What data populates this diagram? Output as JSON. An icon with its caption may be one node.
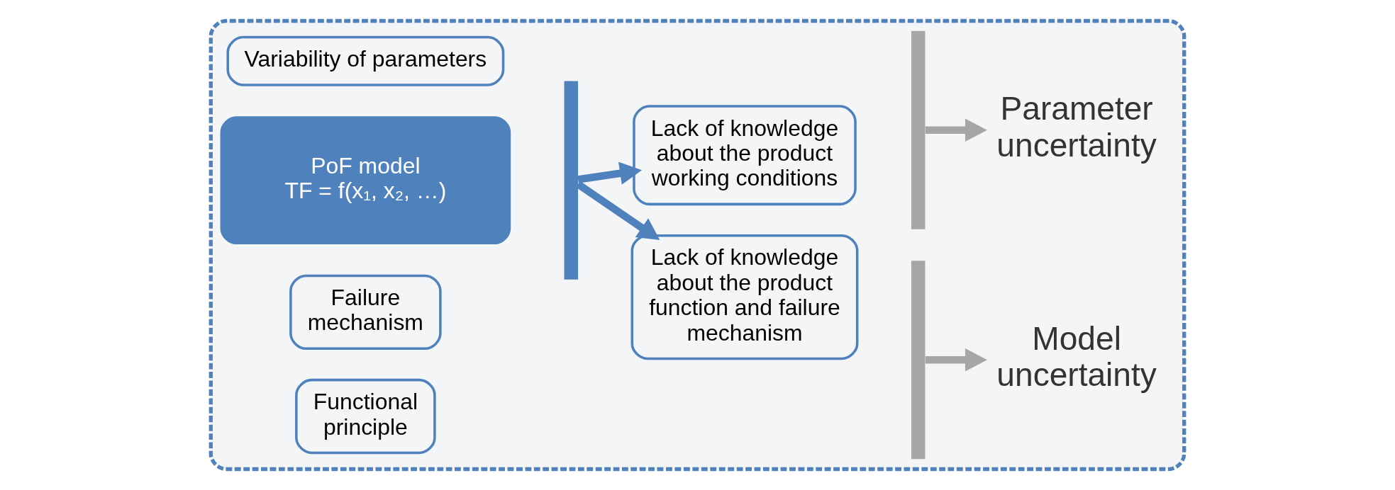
{
  "diagram": {
    "nodes": [
      {
        "text": [],
        "shape": "box"
      },
      {
        "text": [
          "Functional principle"
        ],
        "in": 0
      },
      {
        "text": [
          "Failure mechanism"
        ],
        "in": 0
      },
      {
        "text": [
          "PoF model",
          "TF = f(x₁, x₂, …)"
        ],
        "in": 0
      },
      {
        "text": [
          "Variability of parameters"
        ],
        "in": 0
      },
      {
        "text": [],
        "shape": "bar",
        "in": 0
      },
      {
        "text": [
          "Lack of knowledge about the product function and failure mechanism"
        ],
        "in": 0
      },
      {
        "text": [
          "Lack of knowledge about the product working conditions"
        ],
        "in": 0
      },
      {
        "text": [],
        "shape": "bar",
        "in": 0
      },
      {
        "text": [
          "Model uncertainty"
        ],
        "in": 0
      },
      {
        "text": [],
        "shape": "bar",
        "in": 0
      },
      {
        "text": [
          "Parameter uncertainty"
        ],
        "in": 0
      }
    ],
    "edges": [
      {
        "from": 5,
        "to": 6,
        "arrow": "to"
      },
      {
        "from": 5,
        "to": 7,
        "arrow": "to"
      },
      {
        "from": 8,
        "to": 9,
        "arrow": "to",
        "color": "#a6a6a6"
      },
      {
        "from": 10,
        "to": 11,
        "arrow": "to",
        "color": "#a6a6a6"
      }
    ]
  }
}
